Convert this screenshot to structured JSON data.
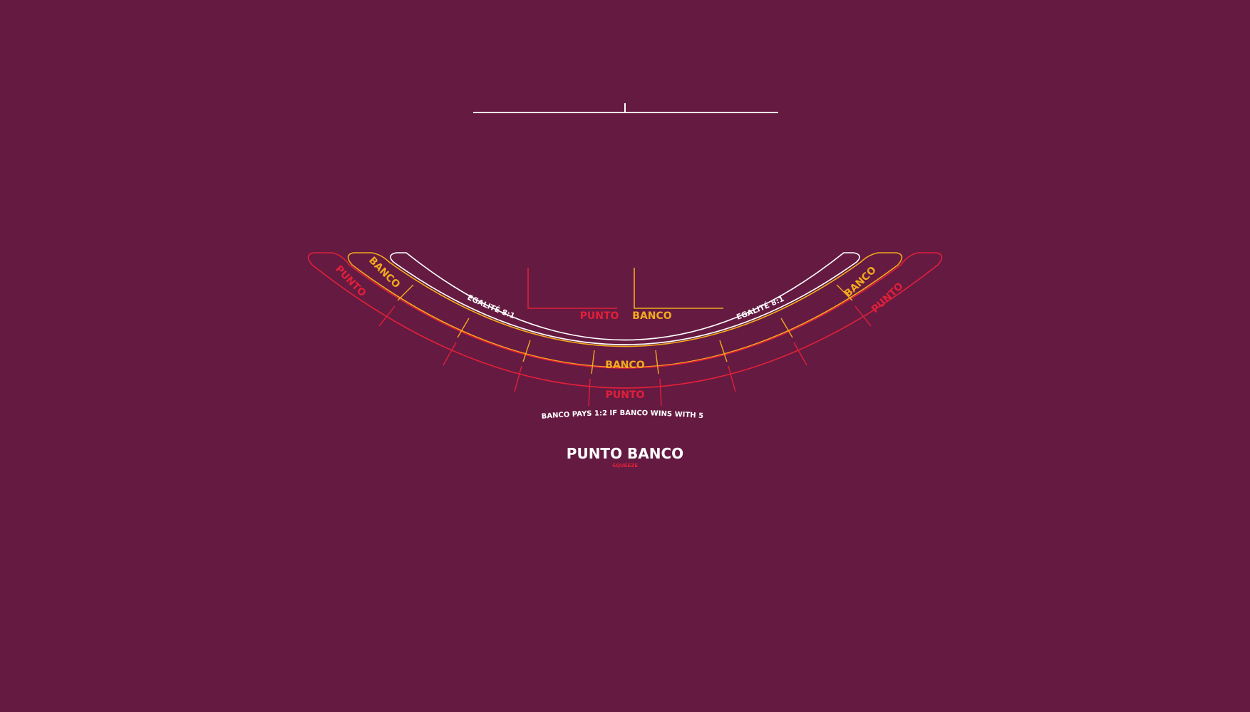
{
  "colors": {
    "felt": "#651a41",
    "white": "#ffffff",
    "banco": "#f2ab1e",
    "punto": "#e0203a"
  },
  "table": {
    "punto_left": "PUNTO",
    "punto_right": "PUNTO",
    "banco_left": "BANCO",
    "banco_right": "BANCO",
    "egalite_left": "EGALITÉ 8:1",
    "egalite_right": "EGALITÉ 8:1",
    "card_box_punto": "PUNTO",
    "card_box_banco": "BANCO",
    "banco_bet_center": "BANCO",
    "punto_bet_center": "PUNTO",
    "payout_rule": "BANCO PAYS 1:2 IF BANCO WINS WITH 5"
  },
  "branding": {
    "game_title": "PUNTO BANCO",
    "game_subtitle": "SQUEEZE"
  }
}
